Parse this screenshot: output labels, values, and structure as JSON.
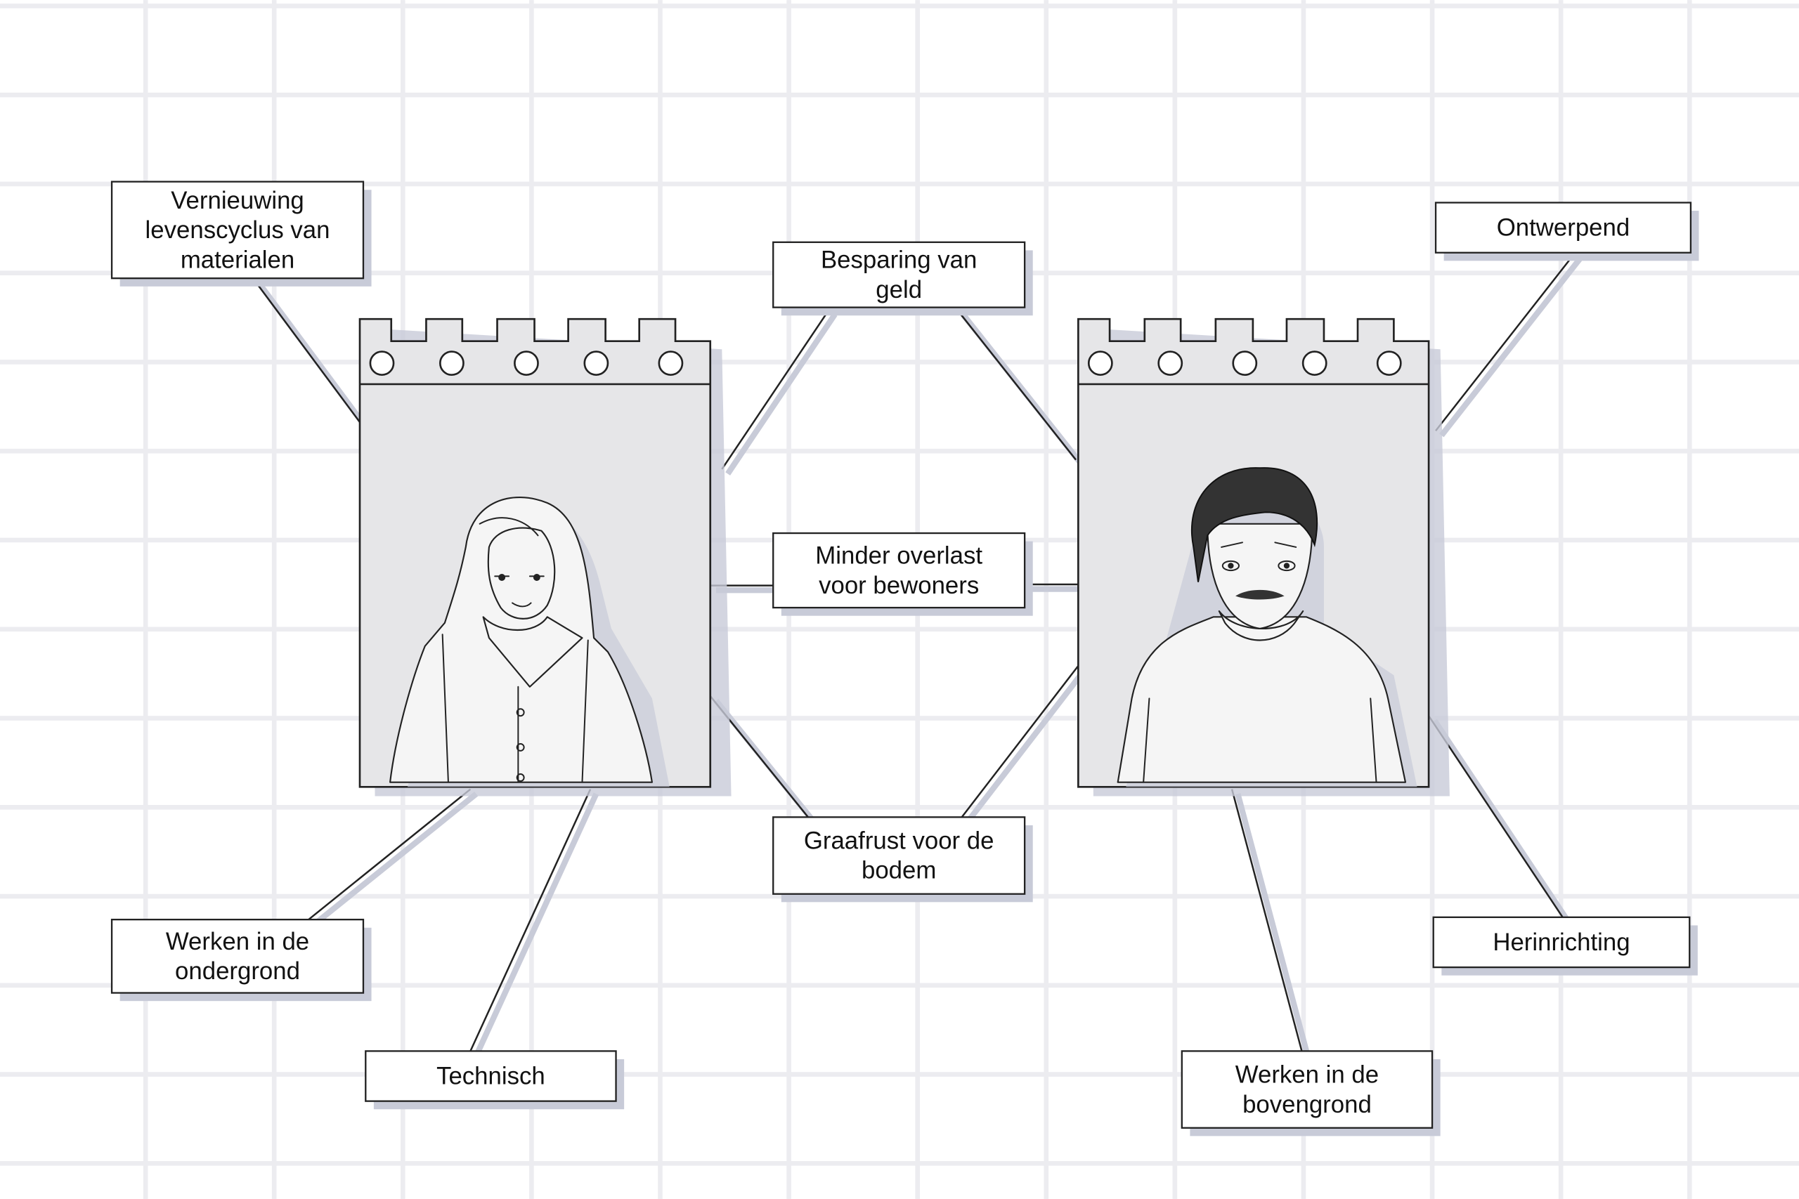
{
  "labels": {
    "vernieuwing": [
      "Vernieuwing",
      "levenscyclus van",
      "materialen"
    ],
    "besparing": [
      "Besparing van",
      "geld"
    ],
    "ontwerpend": [
      "Ontwerpend"
    ],
    "minder_overlast": [
      "Minder overlast",
      "voor bewoners"
    ],
    "graafrust": [
      "Graafrust voor de",
      "bodem"
    ],
    "werken_ondergrond": [
      "Werken in de",
      "ondergrond"
    ],
    "technisch": [
      "Technisch"
    ],
    "herinrichting": [
      "Herinrichting"
    ],
    "werken_bovengrond": [
      "Werken in de",
      "bovengrond"
    ]
  },
  "personas": [
    {
      "name": "persona-woman"
    },
    {
      "name": "persona-man"
    }
  ],
  "colors": {
    "shadow": "#c8cbd8",
    "pad": "#e6e6e8",
    "grid": "#ececf0"
  }
}
